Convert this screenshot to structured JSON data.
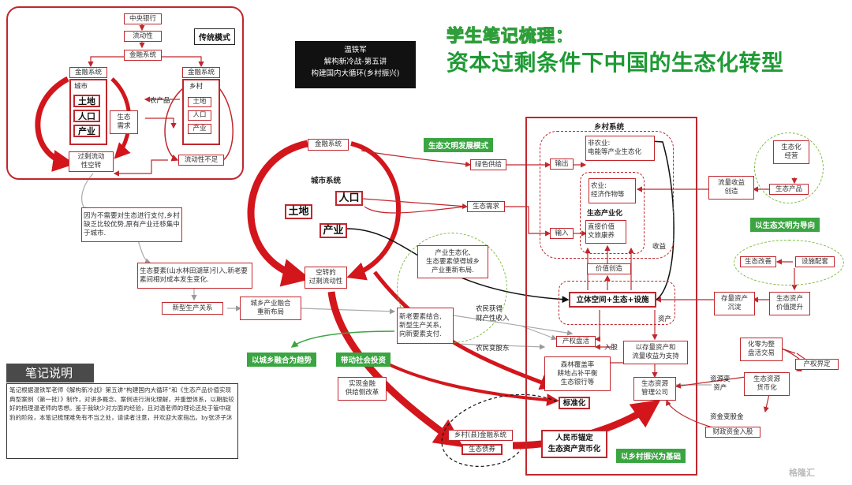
{
  "title": {
    "line1": "学生笔记梳理：",
    "line2": "资本过剩条件下中国的生态化转型"
  },
  "lecture_tag": {
    "text": "温铁军\n解构新冷战-第五讲\n构建国内大循环(乡村振兴)"
  },
  "traditional": {
    "label": "传统模式",
    "central_bank": "中央银行",
    "liquidity": "流动性",
    "finance_top": "金融系统",
    "finance_city": "金融系统",
    "finance_village": "金融系统",
    "city": "城市",
    "land": "土地",
    "population": "人口",
    "industry": "产业",
    "village": "乡村",
    "v_land": "土地",
    "v_population": "人口",
    "v_industry": "产业",
    "agri_products": "农产品",
    "eco_demand": "生态\n需求",
    "excess_liquidity": "过剩流动\n性空转",
    "liquidity_short": "流动性不足"
  },
  "notes": {
    "reason": "因为不需要对生态进行支付,乡村缺乏比较优势,原有产业迁移集中于城市.",
    "eco_elements": "生态要素(山水林田湖草)引入,新老要素间相对成本发生变化.",
    "new_relation": "新型生产关系",
    "urban_rural_merge": "城乡产业融合\n重新布局"
  },
  "eco_model": {
    "label": "生态文明发展模式",
    "finance": "金融系统",
    "city_system": "城市系统",
    "population": "人口",
    "land": "土地",
    "industry": "产业",
    "idle_liquidity": "空转的\n过剩流动性",
    "green_supply": "绿色供给",
    "eco_demand": "生态需求",
    "industry_eco": "产业生态化,\n生态要素使得城乡\n产业重新布局.",
    "new_old": "新老要素结合,\n新型生产关系,\n向新要素支付."
  },
  "village_system": {
    "title": "乡村系统",
    "non_agri": "非农业:\n电能等产业生态化",
    "output": "输出",
    "agri": "农业:\n经济作物等",
    "eco_industrialization": "生态产业化",
    "input": "输入",
    "direct_value": "直接价值\n文旅康养",
    "value_creation": "价值创造",
    "income": "收益",
    "three_d": "立体空间+生态+设施",
    "assets": "资产"
  },
  "right_flow": {
    "eco_operation": "生态化\n经营",
    "eco_products": "生态产品",
    "flow_income": "流量收益\n创造",
    "eco_guide": "以生态文明为导向",
    "eco_improve": "生态改善",
    "facility": "设施配套",
    "stock_assets": "存量资产\n沉淀",
    "eco_assets_value": "生态资产\n价值提升",
    "whole_trade": "化零为整\n盘活交易",
    "property_rights": "产权界定",
    "eco_monetize": "生态资源\n货币化",
    "resource_to_asset": "资源变\n资产",
    "fund_to_equity": "资金变股金",
    "fiscal_funds": "财政资金入股"
  },
  "bottom_flow": {
    "farmer_income": "农民获得\n财产性收入",
    "property_revive": "产权盘活",
    "share_in": "入股",
    "farmer_share": "农民变股东",
    "stock_support": "以存量资产和\n流量收益为支持",
    "forest_bank": "森林覆盖率\n耕地占补平衡\n生态银行等",
    "eco_res_company": "生态资源\n管理公司",
    "standardize": "标准化",
    "real_finance": "实现金融\n供给侧改革",
    "county_finance": "乡村(县)金融系统",
    "eco_bonds": "生态债券",
    "rmb_anchor": "人民币锚定\n生态资产货币化",
    "trend": "以城乡融合为趋势",
    "social_invest": "带动社会投资",
    "village_base": "以乡村振兴为基础"
  },
  "note_panel": {
    "head": "笔记说明",
    "body": "笔记根据温铁军老师《解构新冷战》第五讲“构建国内大循环”和《生态产品价值实现典型案例（第一批）》制作，对讲多概念、案例进行消化理解，并重塑体系，以期能较好的梳理温老师的思想。鉴于我缺少对方面的经验，且对温老师的理论还处于管中窥豹的阶段，本笔记梳理难免有不当之处，请读者注意，并欢迎大家指出。by张济子沐"
  },
  "watermark": "格隆汇",
  "colors": {
    "red": "#c0272d",
    "green": "#3aa541",
    "title_green": "#1e9a34",
    "dash_green": "#7dbb42"
  }
}
